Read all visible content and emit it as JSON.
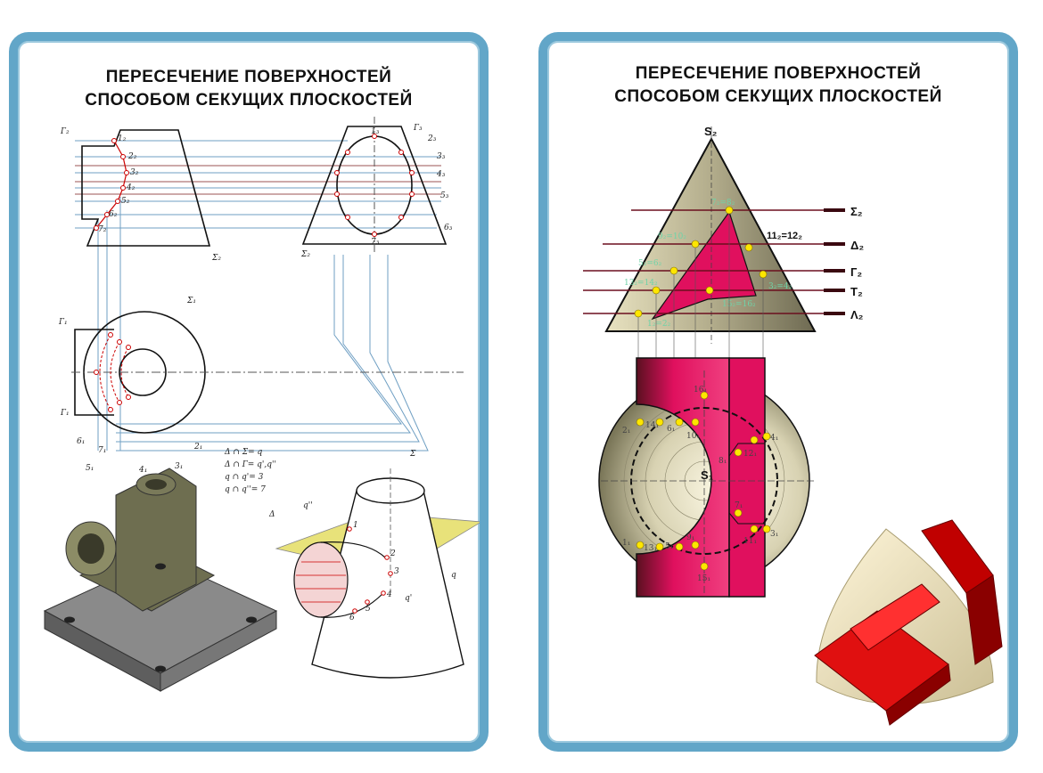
{
  "left": {
    "title_line1": "ПЕРЕСЕЧЕНИЕ ПОВЕРХНОСТЕЙ",
    "title_line2": "СПОСОБОМ СЕКУЩИХ ПЛОСКОСТЕЙ",
    "labels": {
      "g2": "Г₂",
      "sigma2a": "Σ₂",
      "g3": "Г₃",
      "sigma2b": "Σ₂",
      "sigma1": "Σ₁",
      "g1": "Г₁",
      "g1b": "Г₁",
      "q": "q",
      "q2": "q'",
      "q3": "q''",
      "delta": "Δ",
      "sigma": "Σ"
    },
    "points_front": [
      "1₂",
      "2₂",
      "3₂",
      "4₂",
      "5₂",
      "6₂",
      "7₂"
    ],
    "points_side": [
      "1₃",
      "2₃",
      "3₃",
      "4₃",
      "5₃",
      "6₃",
      "7₃"
    ],
    "points_top": [
      "2₁",
      "3₁",
      "4₁",
      "5₁",
      "6₁",
      "7₁"
    ],
    "formulas": [
      "Δ ∩ Σ= q",
      "Δ ∩ Г= q',q''",
      "q ∩ q'= 3",
      "q ∩ q''= 7"
    ],
    "iso_points": [
      "1",
      "2",
      "3",
      "4",
      "5",
      "6"
    ]
  },
  "right": {
    "title_line1": "ПЕРЕСЕЧЕНИЕ ПОВЕРХНОСТЕЙ",
    "title_line2": "СПОСОБОМ СЕКУЩИХ ПЛОСКОСТЕЙ",
    "apex_label": "S₂",
    "plane_labels": [
      "Σ₂",
      "Δ₂",
      "Г₂",
      "T₂",
      "Λ₂"
    ],
    "front_points": [
      "7₂=8₂",
      "9₂=10₂",
      "11₂=12₂",
      "5₂=6₂",
      "13₂=14₂",
      "3₂=4₂",
      "15₂=16₂",
      "1₂=2₂"
    ],
    "top_center_label": "S₁",
    "top_points": [
      "16₁",
      "2₁",
      "14₁",
      "6₁",
      "10₁",
      "8₁",
      "12₁",
      "4₁",
      "7₁",
      "1₁",
      "13₁",
      "5₁",
      "9₁",
      "11₁",
      "3₁",
      "15₁"
    ]
  },
  "colors": {
    "frame": "#62a6c8",
    "magenta": "#e0105e",
    "cone_light": "#f2ecd2",
    "cone_dark": "#8a8468",
    "point": "#ffe600",
    "plane_line": "#6b0f1e",
    "iso_body": "#6e6e50",
    "iso_plane": "#e8e27a"
  }
}
